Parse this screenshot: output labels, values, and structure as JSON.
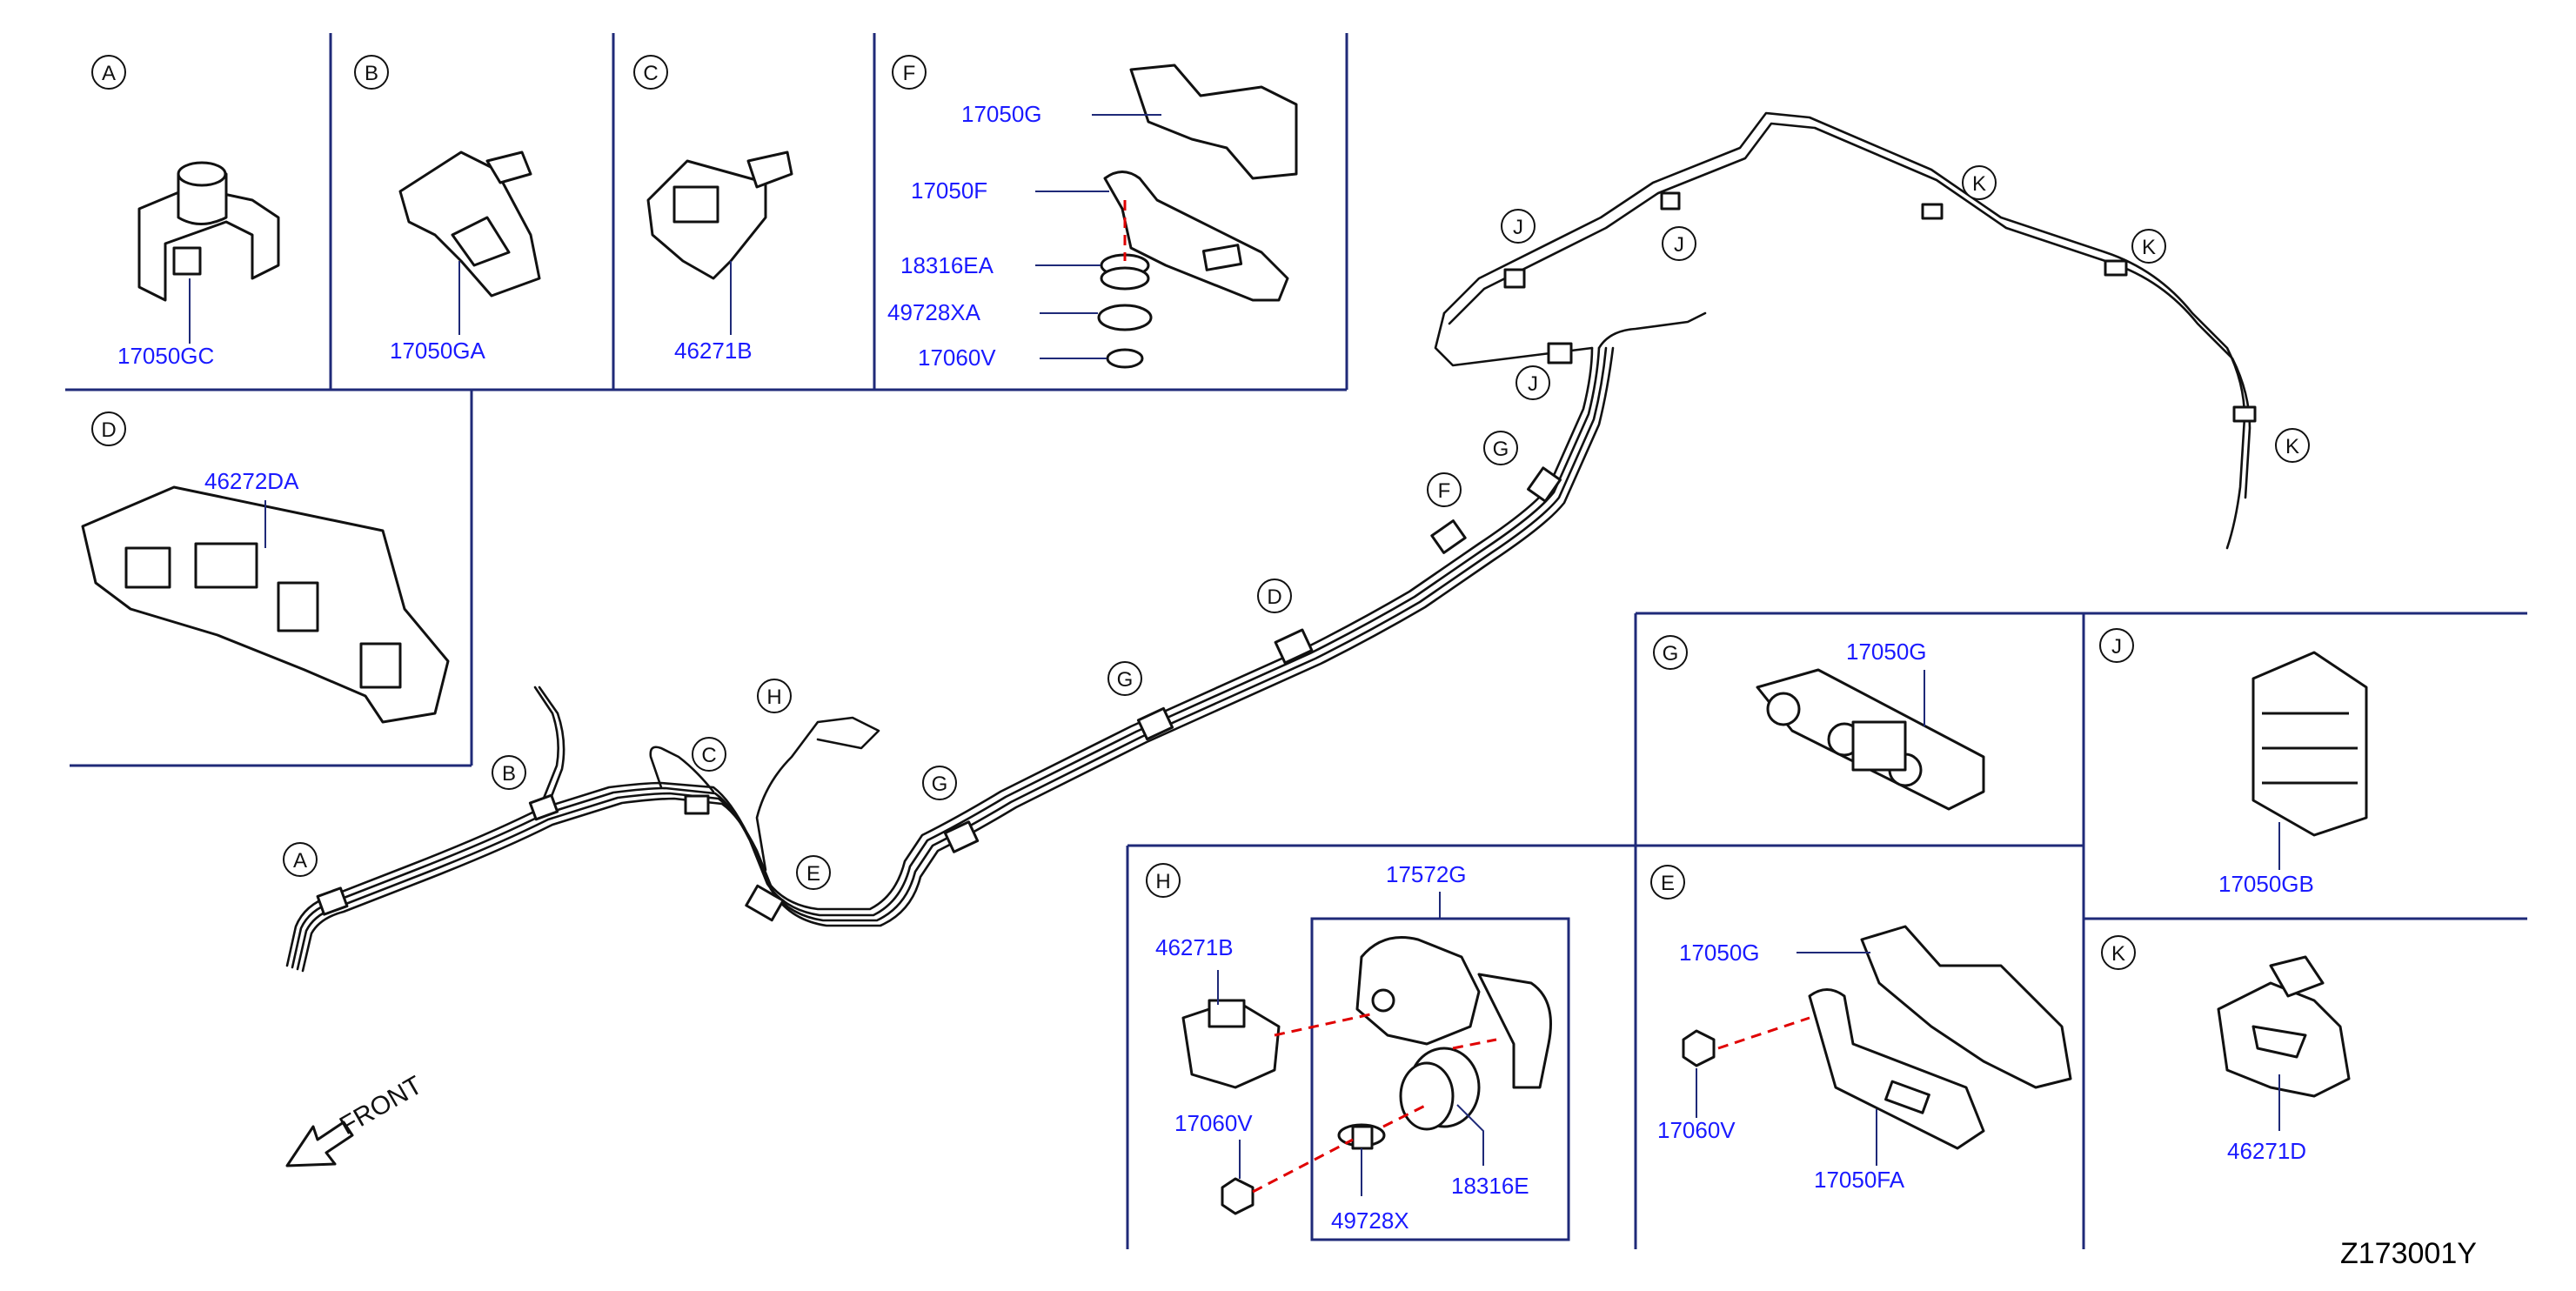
{
  "callout_letters": {
    "A": "A",
    "B": "B",
    "C": "C",
    "D": "D",
    "E": "E",
    "F": "F",
    "G": "G",
    "H": "H",
    "J": "J",
    "K": "K"
  },
  "parts": {
    "p_17050GC": "17050GC",
    "p_17050GA": "17050GA",
    "p_46271B": "46271B",
    "p_17050G": "17050G",
    "p_17050F": "17050F",
    "p_18316EA": "18316EA",
    "p_49728XA": "49728XA",
    "p_17060V": "17060V",
    "p_46272DA": "46272DA",
    "p_17050GB": "17050GB",
    "p_17572G": "17572G",
    "p_49728X": "49728X",
    "p_18316E": "18316E",
    "p_17050FA": "17050FA",
    "p_46271D": "46271D"
  },
  "front_label": "FRONT",
  "diagram_id": "Z173001Y",
  "colors": {
    "frame": "#1f2a78",
    "part_number": "#1a1aff",
    "dashed_leader": "#e00000",
    "line_art": "#111111"
  }
}
